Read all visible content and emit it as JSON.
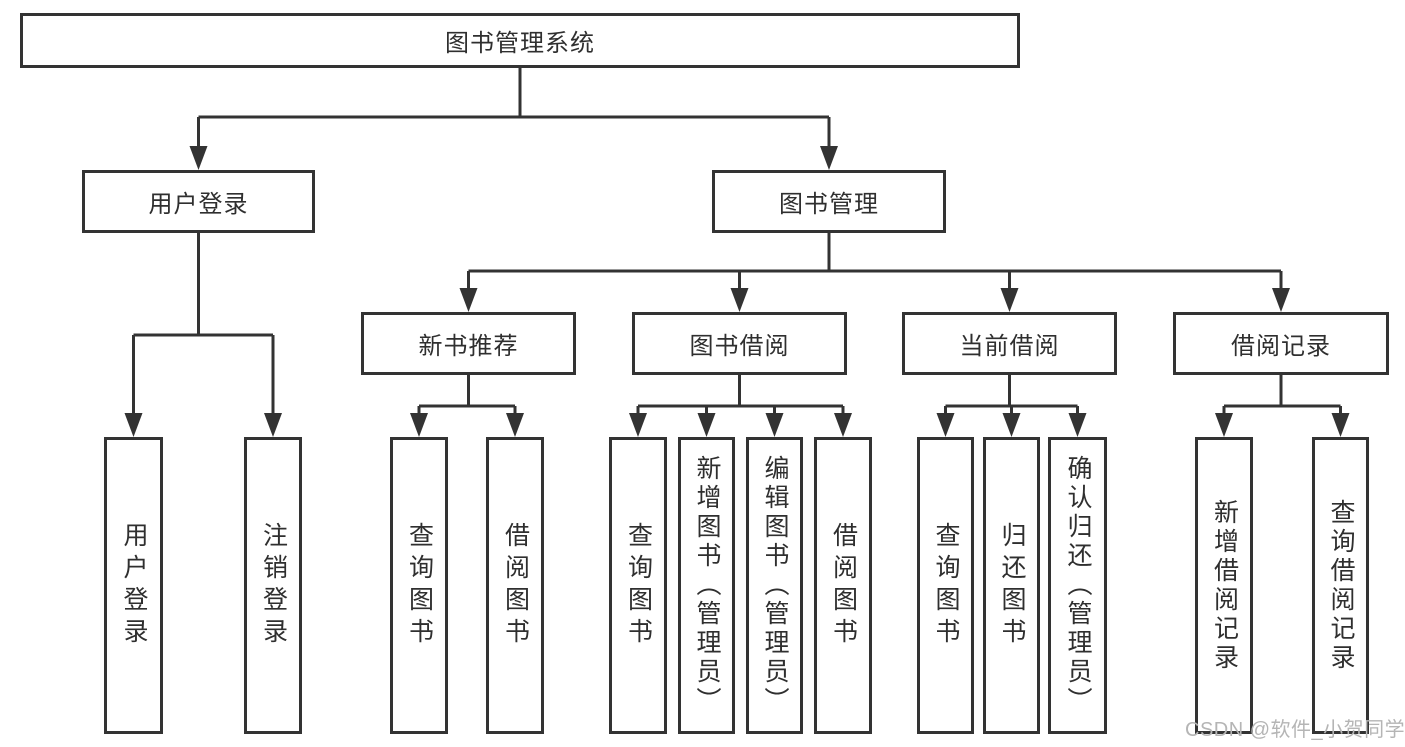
{
  "colors": {
    "line": "#333333",
    "node_border": "#333333",
    "text": "#2f2f2f",
    "background": "#ffffff",
    "watermark": "#b5b5b5"
  },
  "watermark": {
    "text": "CSDN @软件_小贺同学"
  },
  "tree": {
    "label": "图书管理系统",
    "children": [
      {
        "label": "用户登录",
        "children": [
          {
            "label": "用户登录"
          },
          {
            "label": "注销登录"
          }
        ]
      },
      {
        "label": "图书管理",
        "children": [
          {
            "label": "新书推荐",
            "children": [
              {
                "label": "查询图书"
              },
              {
                "label": "借阅图书"
              }
            ]
          },
          {
            "label": "图书借阅",
            "children": [
              {
                "label": "查询图书"
              },
              {
                "label": "新增图书（管理员）"
              },
              {
                "label": "编辑图书（管理员）"
              },
              {
                "label": "借阅图书"
              }
            ]
          },
          {
            "label": "当前借阅",
            "children": [
              {
                "label": "查询图书"
              },
              {
                "label": "归还图书"
              },
              {
                "label": "确认归还（管理员）"
              }
            ]
          },
          {
            "label": "借阅记录",
            "children": [
              {
                "label": "新增借阅记录"
              },
              {
                "label": "查询借阅记录"
              }
            ]
          }
        ]
      }
    ]
  }
}
